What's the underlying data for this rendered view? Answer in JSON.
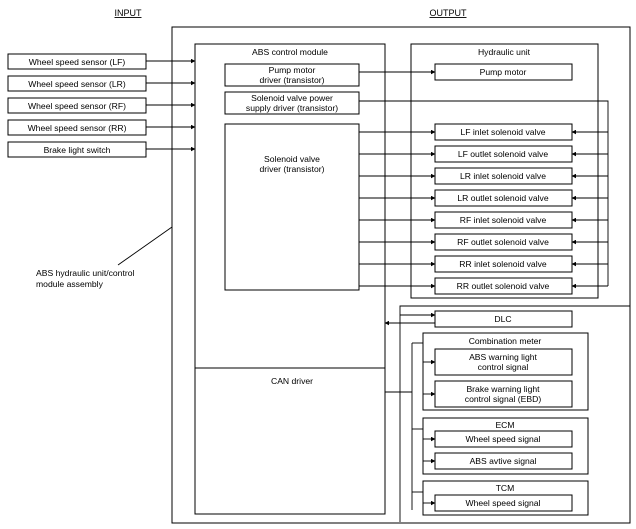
{
  "headers": {
    "input": "INPUT",
    "output": "OUTPUT"
  },
  "assembly_label": [
    "ABS hydraulic unit/control",
    "module assembly"
  ],
  "inputs": [
    "Wheel speed sensor (LF)",
    "Wheel speed sensor (LR)",
    "Wheel speed sensor (RF)",
    "Wheel speed sensor (RR)",
    "Brake light switch"
  ],
  "abs_module": {
    "title": "ABS control module",
    "pump_driver": [
      "Pump motor",
      "driver (transistor)"
    ],
    "solenoid_power_driver": [
      "Solenoid valve power",
      "supply driver (transistor)"
    ],
    "solenoid_driver": [
      "Solenoid valve",
      "driver (transistor)"
    ],
    "can_driver": "CAN driver"
  },
  "hydraulic_unit": {
    "title": "Hydraulic unit",
    "pump_motor": "Pump motor",
    "valves": [
      "LF inlet solenoid valve",
      "LF outlet solenoid valve",
      "LR inlet solenoid valve",
      "LR outlet solenoid valve",
      "RF inlet solenoid valve",
      "RF outlet solenoid valve",
      "RR inlet solenoid valve",
      "RR outlet solenoid valve"
    ]
  },
  "dlc": "DLC",
  "combination_meter": {
    "title": "Combination meter",
    "signals": [
      [
        "ABS warning light",
        "control signal"
      ],
      [
        "Brake warning light",
        "control signal (EBD)"
      ]
    ]
  },
  "ecm": {
    "title": "ECM",
    "signals": [
      "Wheel speed signal",
      "ABS avtive signal"
    ]
  },
  "tcm": {
    "title": "TCM",
    "signals": [
      "Wheel speed signal"
    ]
  }
}
